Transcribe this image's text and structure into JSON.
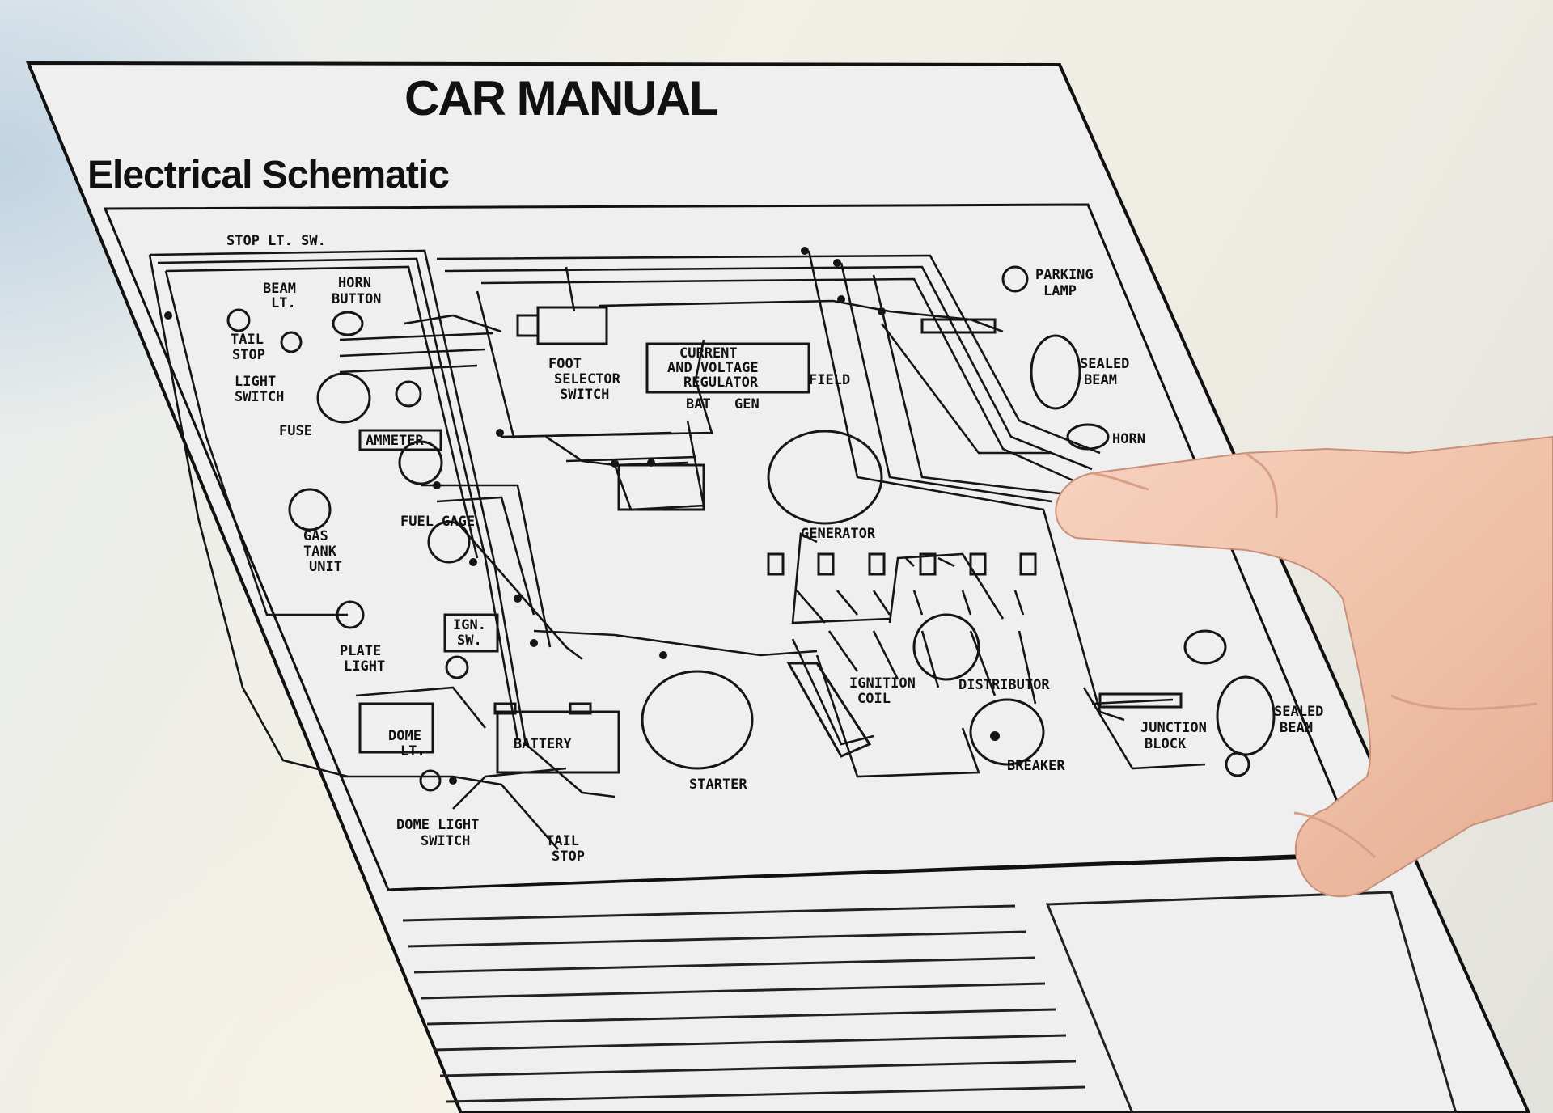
{
  "header": {
    "title": "CAR MANUAL",
    "subtitle": "Electrical Schematic"
  },
  "labels": {
    "stop_lt_sw": "STOP LT. SW.",
    "beam_lt_1": "BEAM",
    "beam_lt_2": "LT.",
    "horn_button_1": "HORN",
    "horn_button_2": "BUTTON",
    "tail_stop_1": "TAIL",
    "tail_stop_2": "STOP",
    "light_switch_1": "LIGHT",
    "light_switch_2": "SWITCH",
    "fuse": "FUSE",
    "ammeter": "AMMETER",
    "fuel_gage": "FUEL GAGE",
    "gas_tank_1": "GAS",
    "gas_tank_2": "TANK",
    "gas_tank_3": "UNIT",
    "plate_light_1": "PLATE",
    "plate_light_2": "LIGHT",
    "ign_sw_1": "IGN.",
    "ign_sw_2": "SW.",
    "dome_lt_1": "DOME",
    "dome_lt_2": "LT.",
    "dome_light_switch_1": "DOME LIGHT",
    "dome_light_switch_2": "SWITCH",
    "tail_stop_b_1": "TAIL",
    "tail_stop_b_2": "STOP",
    "foot_selector_1": "FOOT",
    "foot_selector_2": "SELECTOR",
    "foot_selector_3": "SWITCH",
    "regulator_1": "CURRENT",
    "regulator_2": "AND VOLTAGE",
    "regulator_3": "REGULATOR",
    "bat": "BAT",
    "gen": "GEN",
    "field": "FIELD",
    "generator": "GENERATOR",
    "battery": "BATTERY",
    "starter": "STARTER",
    "ignition_coil_1": "IGNITION",
    "ignition_coil_2": "COIL",
    "distributor": "DISTRIBUTOR",
    "breaker": "BREAKER",
    "parking_lamp_1": "PARKING",
    "parking_lamp_2": "LAMP",
    "sealed_beam_top_1": "SEALED",
    "sealed_beam_top_2": "BEAM",
    "horn": "HORN",
    "junction_block_1": "JUNCTION",
    "junction_block_2": "BLOCK",
    "sealed_beam_bottom_1": "SEALED",
    "sealed_beam_bottom_2": "BEAM"
  },
  "colors": {
    "paper": "#efefef",
    "ink": "#151515",
    "skin": "#f3c8b2"
  }
}
